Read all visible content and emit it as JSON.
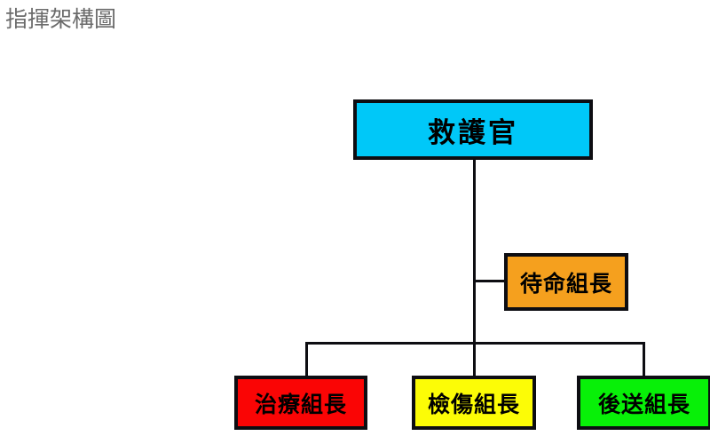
{
  "title": "指揮架構圖",
  "diagram": {
    "type": "organizational-chart",
    "orientation": "top-down",
    "background_color": "#ffffff",
    "line_color": "#0d0d12",
    "title_color": "#6b6b6b",
    "nodes": [
      {
        "id": "commander",
        "label": "救護官",
        "role": "root",
        "fill_color": "#00c8f8",
        "border_color": "#0d0d12",
        "text_color": "#000000",
        "level": 1
      },
      {
        "id": "standby",
        "label": "待命組長",
        "role": "staff",
        "fill_color": "#f5a01e",
        "border_color": "#0d0d12",
        "text_color": "#000000",
        "level": 2
      },
      {
        "id": "treatment",
        "label": "治療組長",
        "role": "section-chief",
        "fill_color": "#fa0505",
        "border_color": "#0d0d12",
        "text_color": "#000000",
        "level": 3
      },
      {
        "id": "triage",
        "label": "檢傷組長",
        "role": "section-chief",
        "fill_color": "#fcfc06",
        "border_color": "#0d0d12",
        "text_color": "#000000",
        "level": 3
      },
      {
        "id": "transport",
        "label": "後送組長",
        "role": "section-chief",
        "fill_color": "#08f008",
        "border_color": "#0d0d12",
        "text_color": "#000000",
        "level": 3
      }
    ],
    "edges": [
      {
        "from": "commander",
        "to": "standby"
      },
      {
        "from": "commander",
        "to": "treatment"
      },
      {
        "from": "commander",
        "to": "triage"
      },
      {
        "from": "commander",
        "to": "transport"
      }
    ]
  }
}
